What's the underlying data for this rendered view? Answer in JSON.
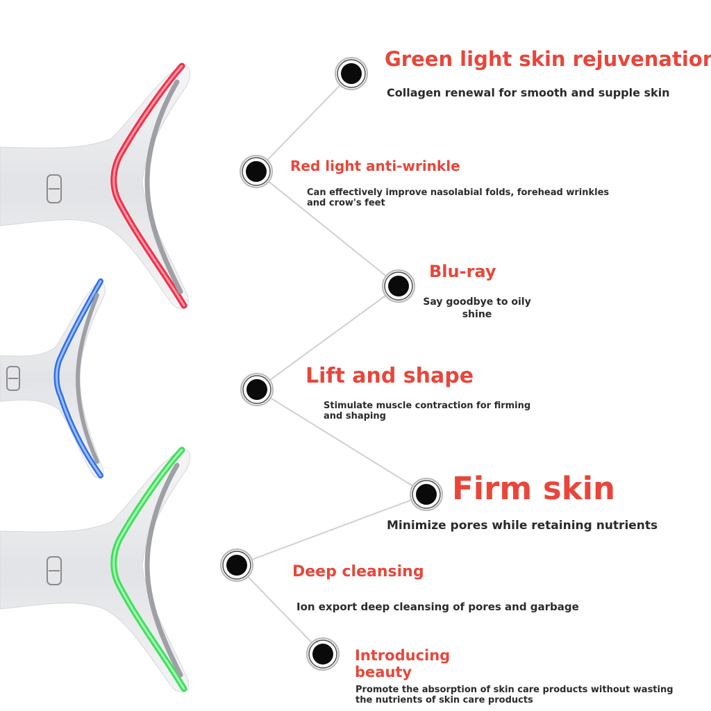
{
  "colors": {
    "title_red": "#e8463a",
    "description_text": "#2a2a2a",
    "connector": "#d0d0d0",
    "device_body": "#e9e9ec",
    "light_red": "#f0304a",
    "light_blue": "#2f6fe8",
    "light_green": "#3ee05a"
  },
  "features": [
    {
      "title": "Green light skin rejuvenation",
      "description": "Collagen renewal for smooth and supple skin"
    },
    {
      "title": "Red light anti-wrinkle",
      "description": "Can effectively improve nasolabial folds, forehead wrinkles and crow's feet"
    },
    {
      "title": "Blu-ray",
      "description": "Say goodbye to oily shine"
    },
    {
      "title": "Lift and shape",
      "description": "Stimulate muscle contraction for firming and shaping"
    },
    {
      "title": "Firm skin",
      "description": "Minimize pores while retaining nutrients"
    },
    {
      "title": "Deep cleansing",
      "description": "Ion export deep cleansing of pores and garbage"
    },
    {
      "title": "Introducing beauty",
      "description": "Promote the absorption of skin care products without wasting the nutrients of skin care products"
    }
  ],
  "devices": [
    {
      "name": "red-light-device",
      "light": "light_red"
    },
    {
      "name": "blue-light-device",
      "light": "light_blue"
    },
    {
      "name": "green-light-device",
      "light": "light_green"
    }
  ]
}
